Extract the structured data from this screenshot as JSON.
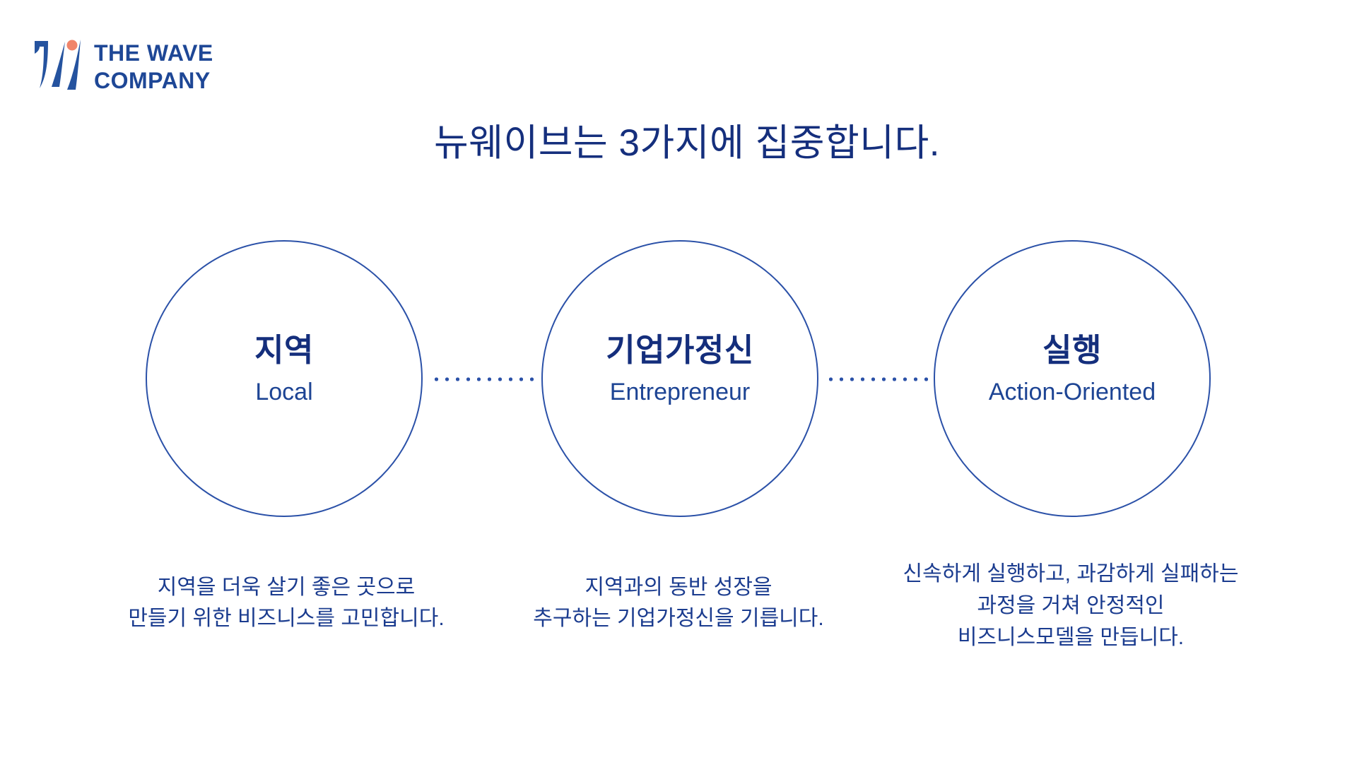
{
  "logo": {
    "company_line1": "THE WAVE",
    "company_line2": "COMPANY"
  },
  "title": "뉴웨이브는 3가지에 집중합니다.",
  "focus_items": [
    {
      "title_ko": "지역",
      "title_en": "Local",
      "description_lines": [
        "지역을 더욱 살기 좋은 곳으로",
        "만들기 위한 비즈니스를 고민합니다."
      ]
    },
    {
      "title_ko": "기업가정신",
      "title_en": "Entrepreneur",
      "description_lines": [
        "지역과의 동반 성장을",
        "추구하는 기업가정신을 기릅니다."
      ]
    },
    {
      "title_ko": "실행",
      "title_en": "Action-Oriented",
      "description_lines": [
        "신속하게 실행하고, 과감하게 실패하는",
        "과정을 거쳐 안정적인",
        "비즈니스모델을 만듭니다."
      ]
    }
  ],
  "colors": {
    "title_navy": "#152F7D",
    "label_ko_navy": "#142E7C",
    "label_en_navy": "#1D4494",
    "body_text_navy": "#1B3C8F",
    "circle_stroke": "#2B51A8",
    "connector_dot": "#2B51A8",
    "logo_blue": "#25539F",
    "logo_orange": "#F0846A",
    "background": "#FFFFFF"
  }
}
